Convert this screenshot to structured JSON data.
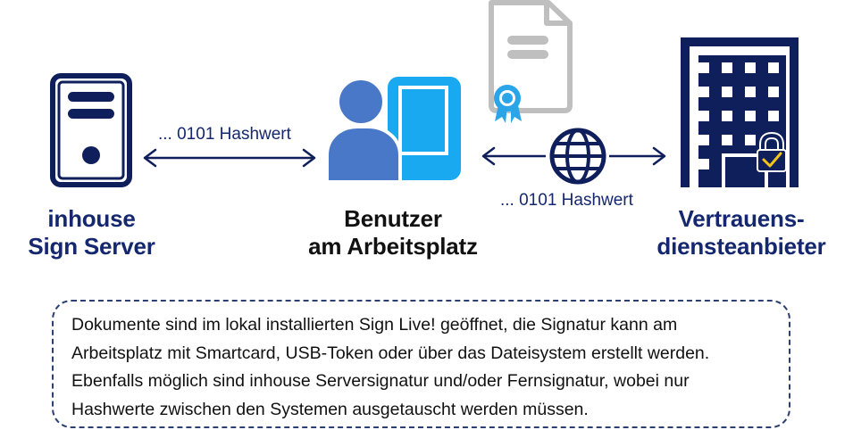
{
  "nodes": {
    "server": {
      "line1": "inhouse",
      "line2": "Sign Server"
    },
    "user": {
      "line1": "Benutzer",
      "line2": "am Arbeitsplatz"
    },
    "provider": {
      "line1": "Vertrauens-",
      "line2": "diensteanbieter"
    }
  },
  "edges": {
    "left_label": "... 0101 Hashwert",
    "right_label": "... 0101 Hashwert"
  },
  "note": {
    "lines": [
      "Dokumente sind im lokal installierten Sign Live! geöffnet,  die Signatur kann am",
      "Arbeitsplatz mit Smartcard, USB-Token oder über das Dateisystem erstellt werden.",
      "Ebenfalls möglich sind inhouse Serversignatur und/oder Fernsignatur, wobei nur",
      "Hashwerte zwischen den Systemen ausgetauscht werden müssen."
    ]
  },
  "colors": {
    "navy": "#0f1f5c",
    "blue_person": "#4a78c8",
    "blue_device": "#19a9f0",
    "doc_gray": "#bfbfbf",
    "seal_blue": "#2aa5e8",
    "lock_gold": "#f2c318"
  }
}
